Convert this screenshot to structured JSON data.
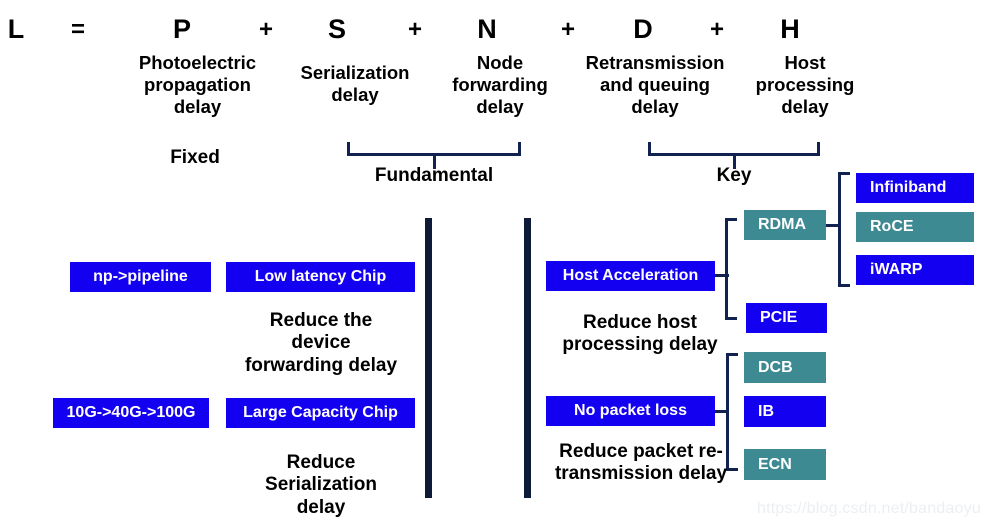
{
  "formula": {
    "terms": [
      {
        "symbol": "L",
        "caption": ""
      },
      {
        "symbol": "=",
        "caption": ""
      },
      {
        "symbol": "P",
        "caption": "Photoelectric\npropagation\ndelay"
      },
      {
        "symbol": "+",
        "caption": ""
      },
      {
        "symbol": "S",
        "caption": "Serialization\ndelay"
      },
      {
        "symbol": "+",
        "caption": ""
      },
      {
        "symbol": "N",
        "caption": "Node\nforwarding\ndelay"
      },
      {
        "symbol": "+",
        "caption": ""
      },
      {
        "symbol": "D",
        "caption": "Retransmission\nand queuing\ndelay"
      },
      {
        "symbol": "+",
        "caption": ""
      },
      {
        "symbol": "H",
        "caption": "Host\nprocessing\ndelay"
      }
    ],
    "symbols": {
      "L": "L",
      "eq": "=",
      "P": "P",
      "plus1": "+",
      "S": "S",
      "plus2": "+",
      "N": "N",
      "plus3": "+",
      "D": "D",
      "plus4": "+",
      "H": "H"
    },
    "captions": {
      "photoelectric": "Photoelectric propagation delay",
      "serialization": "Serialization delay",
      "node_forwarding": "Node forwarding delay",
      "retransmission": "Retransmission and queuing delay",
      "host_processing": "Host processing delay"
    },
    "group_labels": {
      "fixed": "Fixed",
      "fundamental": "Fundamental",
      "key": "Key"
    }
  },
  "left_panel": {
    "boxes": {
      "np_pipeline": "np->pipeline",
      "low_latency_chip": "Low latency Chip",
      "speeds": "10G->40G->100G",
      "large_capacity_chip": "Large Capacity Chip"
    },
    "notes": {
      "reduce_device_forwarding": "Reduce the device forwarding delay",
      "reduce_serialization": "Reduce Serialization delay"
    }
  },
  "right_panel": {
    "boxes": {
      "host_acceleration": "Host Acceleration",
      "rdma": "RDMA",
      "pcie": "PCIE",
      "infiniband": "Infiniband",
      "roce": "RoCE",
      "iwarp": "iWARP",
      "no_packet_loss": "No packet loss",
      "dcb": "DCB",
      "ib": "IB",
      "ecn": "ECN"
    },
    "notes": {
      "reduce_host_processing": "Reduce host processing delay",
      "reduce_retransmission": "Reduce packet re-transmission delay"
    }
  },
  "watermark": {
    "text": "https://blog.csdn.net/bandaoyu"
  },
  "colors": {
    "blue_box": "#1400f0",
    "teal_box": "#3d8a93",
    "bar": "#0d1b38",
    "brace": "#122250",
    "text_dark": "#000000",
    "box_text": "#ffffff",
    "background": "#ffffff"
  }
}
